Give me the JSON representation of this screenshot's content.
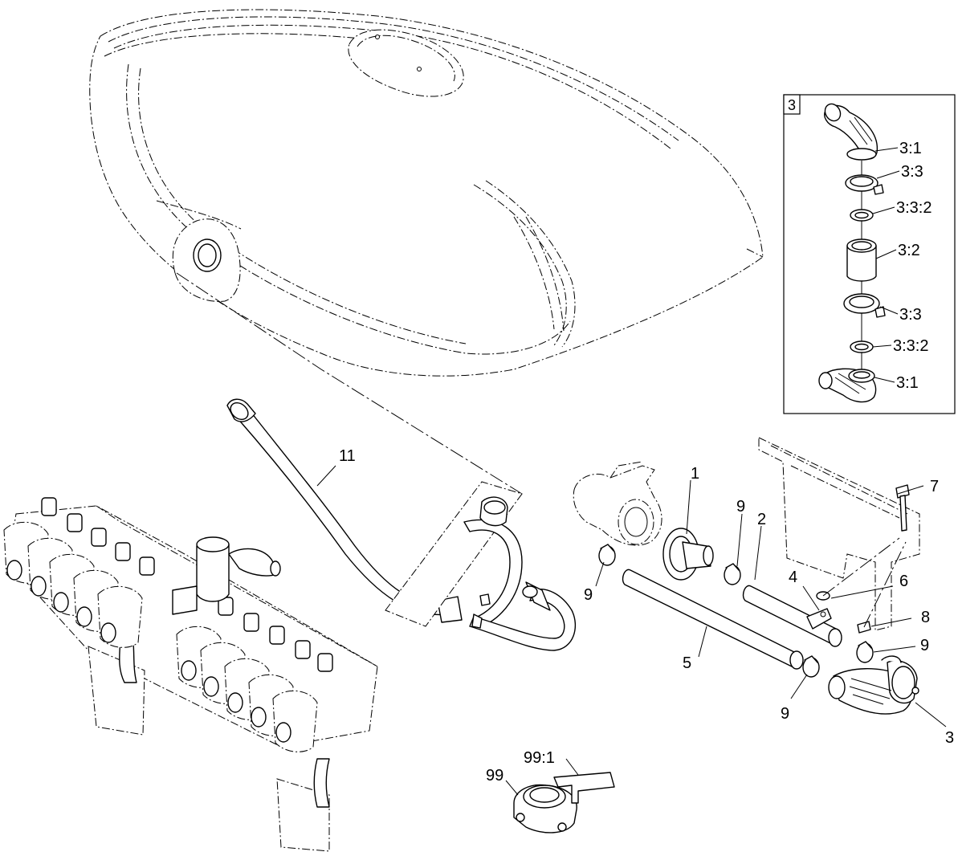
{
  "diagram": {
    "callouts": {
      "c1": "1",
      "c2": "2",
      "c3": "3",
      "c4": "4",
      "c5": "5",
      "c6": "6",
      "c7": "7",
      "c8": "8",
      "c9a": "9",
      "c9b": "9",
      "c9c": "9",
      "c9d": "9",
      "c11": "11",
      "c99": "99",
      "c99_1": "99:1"
    },
    "inset": {
      "tag": "3",
      "labels": {
        "i31a": "3:1",
        "i33a": "3:3",
        "i332a": "3:3:2",
        "i32": "3:2",
        "i33b": "3:3",
        "i332b": "3:3:2",
        "i31b": "3:1"
      }
    }
  }
}
